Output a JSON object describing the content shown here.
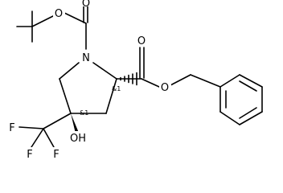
{
  "molecule": {
    "atoms": {
      "n1": "N",
      "o_carbonyl_boc": "O",
      "o_ether_boc": "O",
      "o_carbonyl_ester": "O",
      "o_ether_ester": "O",
      "oh": "OH",
      "f_left": "F",
      "f_bottom_left": "F",
      "f_bottom_right": "F"
    },
    "stereo_labels": {
      "c2": "&1",
      "c4": "&1"
    }
  }
}
